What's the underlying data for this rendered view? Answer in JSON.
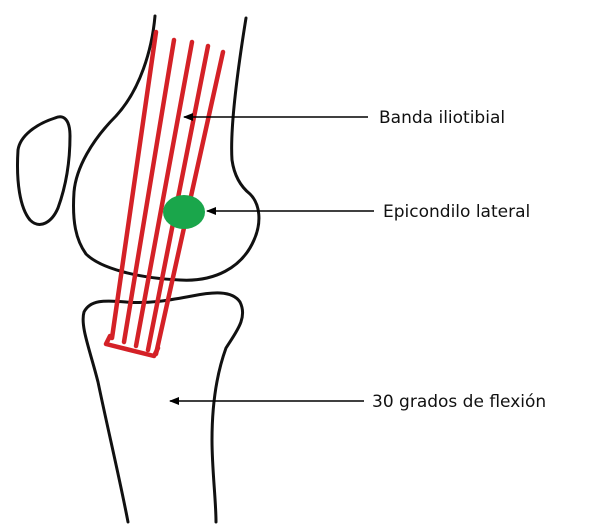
{
  "colors": {
    "band": "#d42127",
    "epicondyle": "#1aa64b",
    "outline": "#111111",
    "pointer": "#000000"
  },
  "labels": {
    "iliotibial_band": "Banda iliotibial",
    "lateral_epicondyle": "Epicondilo lateral",
    "flexion": "30 grados de flexión"
  }
}
